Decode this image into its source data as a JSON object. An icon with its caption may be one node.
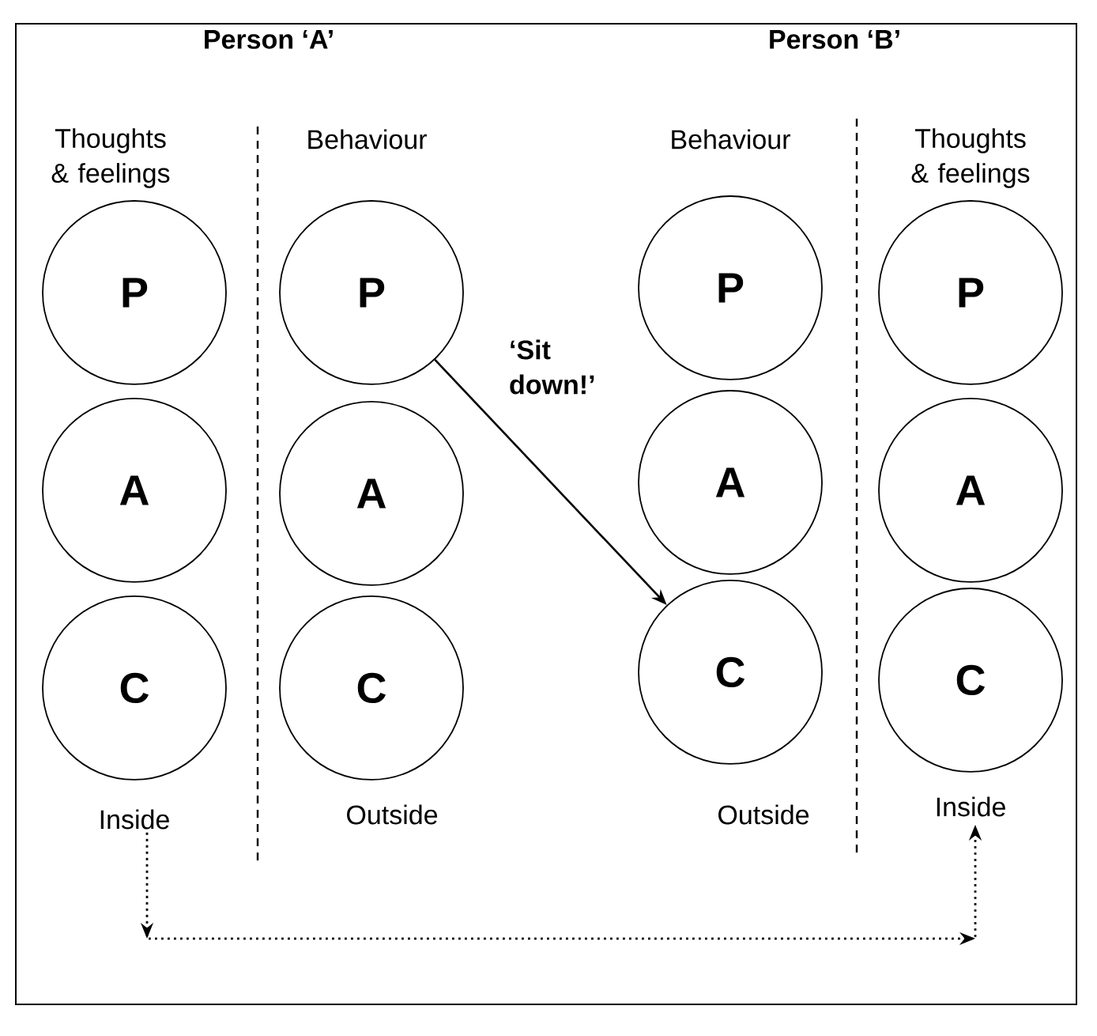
{
  "diagram": {
    "nodes": [
      {
        "text": [
          "P"
        ]
      },
      {
        "text": [
          "P"
        ]
      },
      {
        "text": [
          "P"
        ]
      },
      {
        "text": [
          "P"
        ]
      },
      {
        "text": [
          "A"
        ]
      },
      {
        "text": [
          "A"
        ]
      },
      {
        "text": [
          "A"
        ]
      },
      {
        "text": [
          "A"
        ]
      },
      {
        "text": [
          "C"
        ]
      },
      {
        "text": [
          "C"
        ]
      },
      {
        "text": [
          "C"
        ]
      },
      {
        "text": [
          "C"
        ]
      },
      {
        "text": [
          "Inside"
        ]
      },
      {
        "text": [
          "Inside"
        ]
      }
    ],
    "edges": [
      {
        "from": 1,
        "to": 10,
        "arrow": "to",
        "label": "‘Sit down!’"
      },
      {
        "from": 12,
        "to": 13,
        "arrow": "to",
        "style": "dashed"
      }
    ],
    "labels": [
      "Person ‘A’",
      "Person ‘B’",
      "Thoughts & feelings",
      "Behaviour",
      "Behaviour",
      "Thoughts & feelings",
      "Outside",
      "Outside"
    ]
  }
}
